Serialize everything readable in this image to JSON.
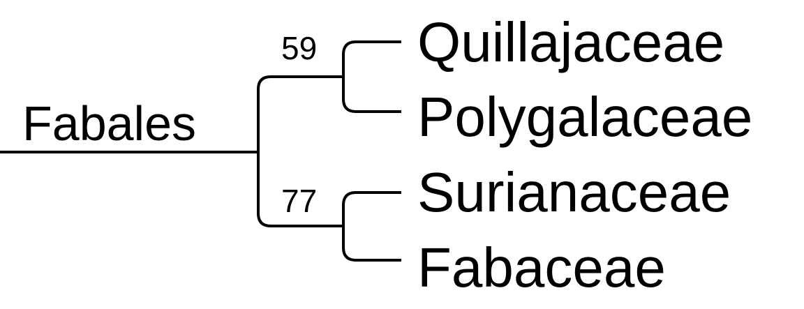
{
  "tree": {
    "root_label": "Fabales",
    "clades": [
      {
        "support": "59",
        "taxa": [
          "Quillajaceae",
          "Polygalaceae"
        ]
      },
      {
        "support": "77",
        "taxa": [
          "Surianaceae",
          "Fabaceae"
        ]
      }
    ],
    "line_color": "#000000"
  }
}
